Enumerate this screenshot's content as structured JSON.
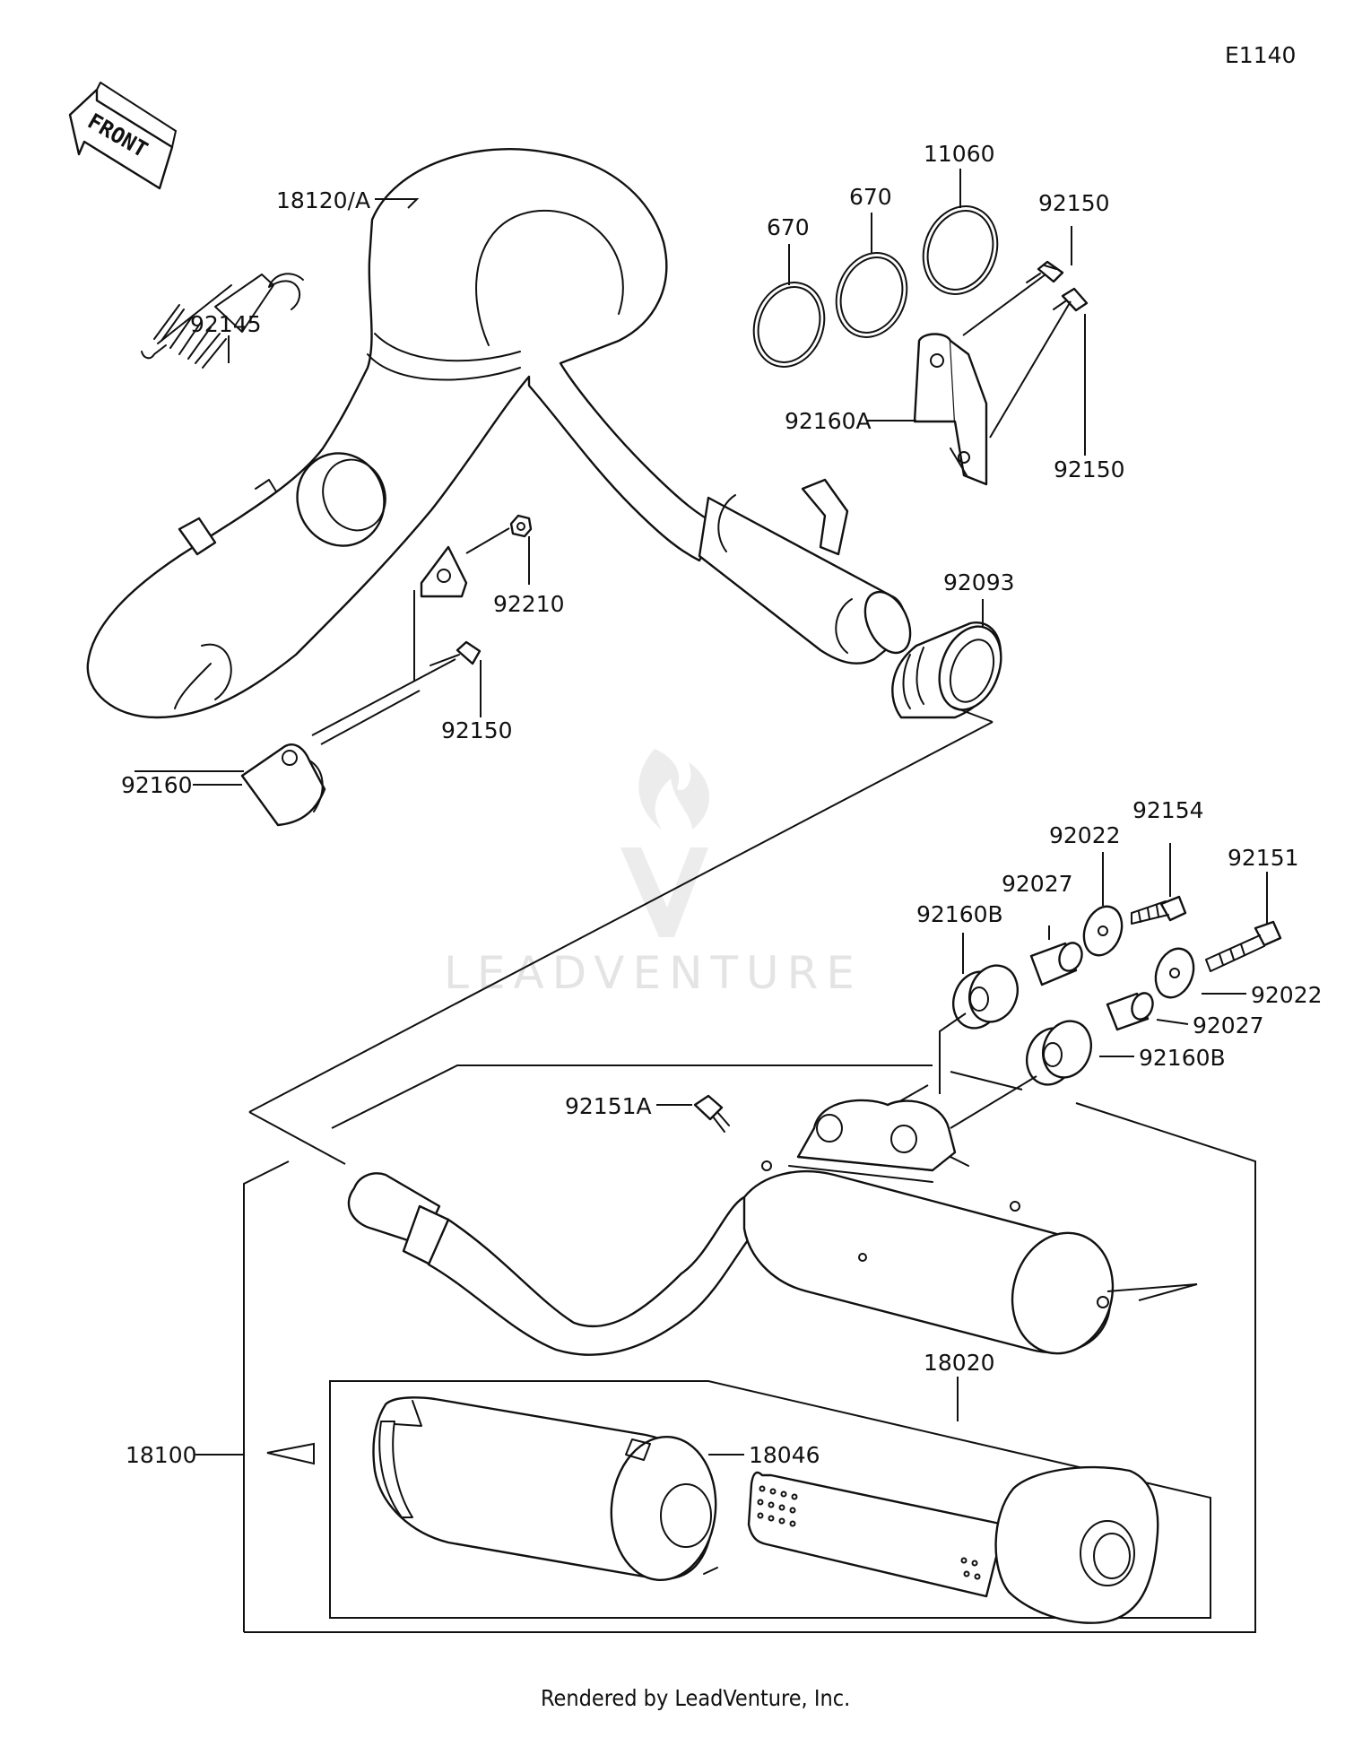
{
  "diagram_code": "E1140",
  "orientation_label": "FRONT",
  "watermark": "LEADVENTURE",
  "footer": "Rendered by LeadVenture, Inc.",
  "labels": {
    "p18120A": "18120/A",
    "p92145": "92145",
    "p670a": "670",
    "p670b": "670",
    "p11060": "11060",
    "p92150a": "92150",
    "p92160A": "92160A",
    "p92150b": "92150",
    "p92093": "92093",
    "p92210": "92210",
    "p92150c": "92150",
    "p92160": "92160",
    "p92154": "92154",
    "p92022a": "92022",
    "p92151": "92151",
    "p92027a": "92027",
    "p92160Ba": "92160B",
    "p92022b": "92022",
    "p92027b": "92027",
    "p92160Bb": "92160B",
    "p92151A": "92151A",
    "p18020": "18020",
    "p18100": "18100",
    "p18046": "18046"
  }
}
